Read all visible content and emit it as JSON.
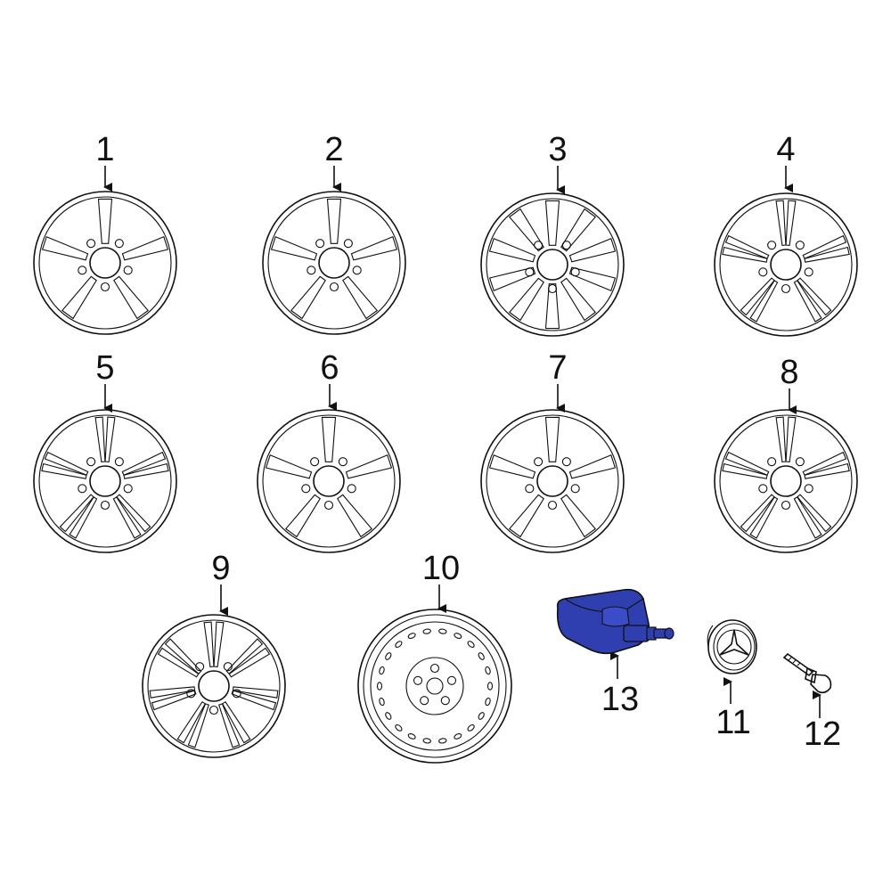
{
  "colors": {
    "line": "#111111",
    "highlight": "#2f3fb0",
    "background": "#ffffff"
  },
  "callouts": [
    {
      "id": "1",
      "label": "1",
      "kind": "wheel-5-spoke"
    },
    {
      "id": "2",
      "label": "2",
      "kind": "wheel-5-spoke-curved"
    },
    {
      "id": "3",
      "label": "3",
      "kind": "wheel-10-spoke"
    },
    {
      "id": "4",
      "label": "4",
      "kind": "wheel-5-twin-spoke"
    },
    {
      "id": "5",
      "label": "5",
      "kind": "wheel-5-twin-spoke"
    },
    {
      "id": "6",
      "label": "6",
      "kind": "wheel-5-spoke-outlined"
    },
    {
      "id": "7",
      "label": "7",
      "kind": "wheel-5-spoke-slotted"
    },
    {
      "id": "8",
      "label": "8",
      "kind": "wheel-5-twin-spoke"
    },
    {
      "id": "9",
      "label": "9",
      "kind": "wheel-7-twin-spoke"
    },
    {
      "id": "10",
      "label": "10",
      "kind": "spare-steel-wheel"
    },
    {
      "id": "11",
      "label": "11",
      "kind": "center-cap"
    },
    {
      "id": "12",
      "label": "12",
      "kind": "valve-stem"
    },
    {
      "id": "13",
      "label": "13",
      "kind": "tpms-sensor"
    }
  ]
}
